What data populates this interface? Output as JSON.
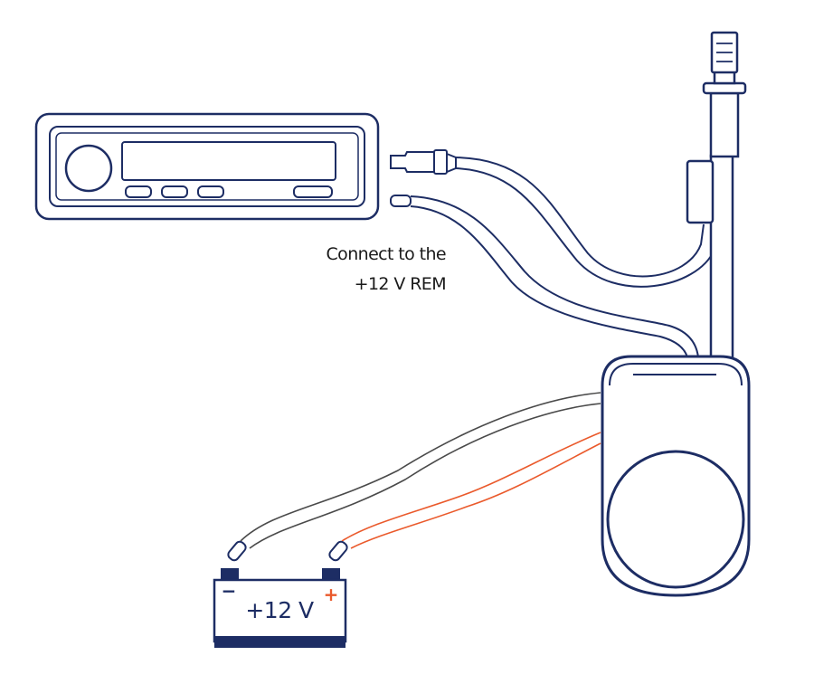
{
  "annotation": {
    "line1": "Connect to the",
    "line2": "+12 V REM"
  },
  "battery": {
    "label": "+12 V",
    "negative_symbol": "−",
    "positive_symbol": "+"
  },
  "colors": {
    "line": "#1d2d64",
    "positive_wire": "#ea5a2c",
    "negative_wire": "#4a4a4a",
    "background": "#ffffff"
  }
}
